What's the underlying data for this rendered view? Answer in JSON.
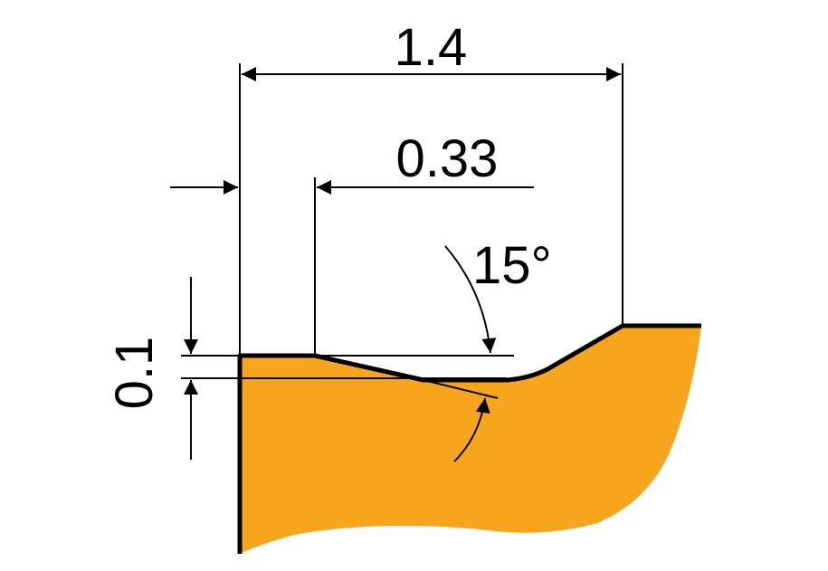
{
  "dimensions": {
    "overall_width": "1.4",
    "land_width": "0.33",
    "land_depth": "0.1",
    "land_angle": "15°"
  },
  "colors": {
    "body_fill": "#F7A51D",
    "outline": "#000000",
    "background": "#FFFFFF"
  }
}
